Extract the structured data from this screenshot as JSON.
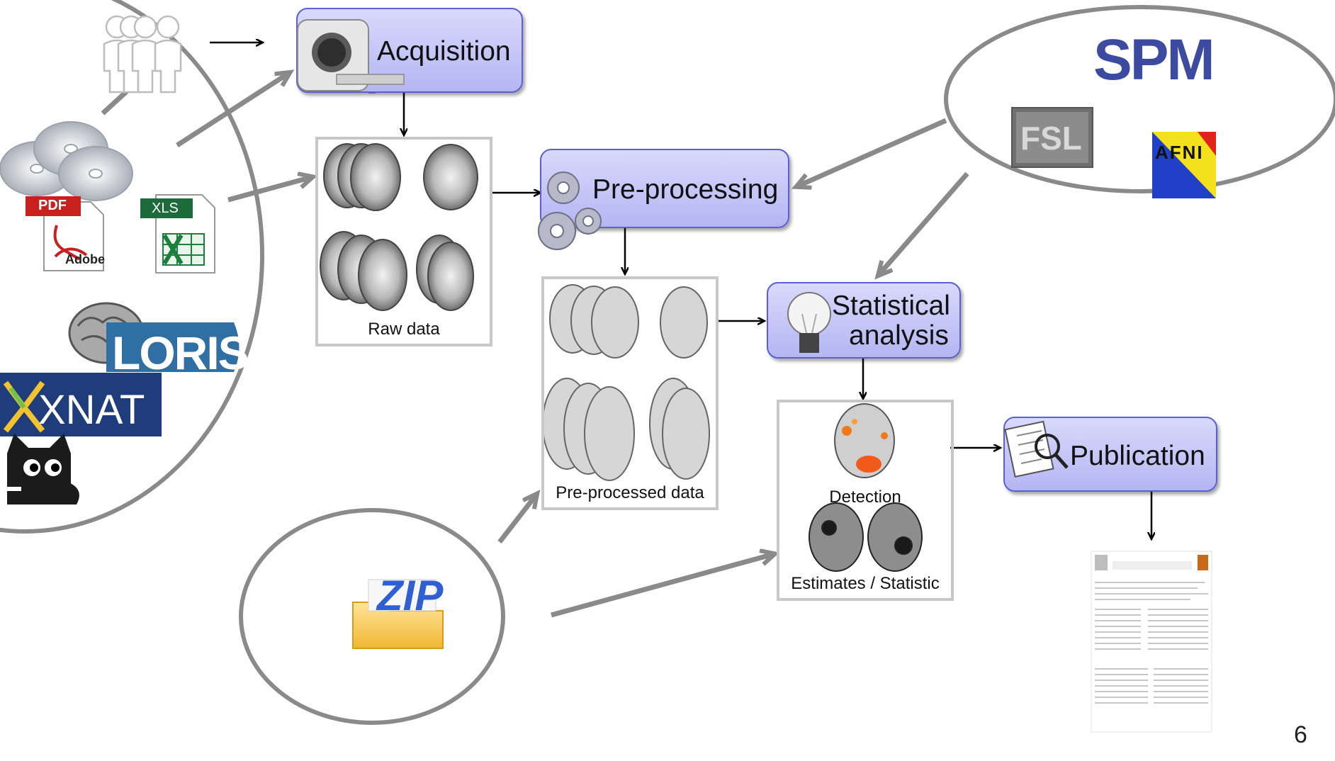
{
  "nodes": {
    "acquisition": "Acquisition",
    "preprocessing": "Pre-processing",
    "statistical_line1": "Statistical",
    "statistical_line2": "analysis",
    "publication": "Publication"
  },
  "captions": {
    "raw_data": "Raw data",
    "preprocessed_data": "Pre-processed data",
    "detection": "Detection",
    "estimates": "Estimates / Statistic"
  },
  "logos": {
    "pdf": "PDF",
    "adobe": "Adobe",
    "xls": "XLS",
    "loris": "LORIS",
    "xnat": "XNAT",
    "zip": "ZIP",
    "spm": "SPM",
    "fsl": "FSL",
    "afni": "AFNI"
  },
  "page_number": "6",
  "colors": {
    "node_fill": "#c6c7f7",
    "node_border": "#5a5fd6",
    "connector_gray": "#8a8a8a",
    "panel_border": "#c8c8c8",
    "spm_blue": "#3c4aa0",
    "xnat_blue": "#1f3d7a",
    "loris_blue": "#1b4f7a"
  }
}
